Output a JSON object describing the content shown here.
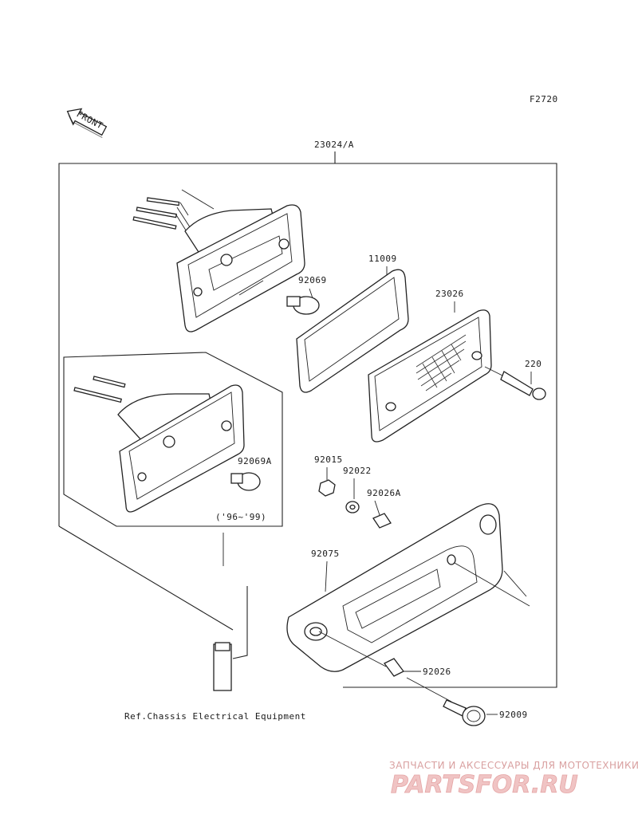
{
  "figure_code": "F2720",
  "front_label": "FRONT",
  "parts": {
    "assembly": "23024/A",
    "gasket": "11009",
    "bulb": "92069",
    "lens": "23026",
    "screw": "220",
    "alt_bulb": "92069A",
    "nut": "92015",
    "washer": "92022",
    "collar_a": "92026A",
    "bracket": "92075",
    "collar": "92026",
    "bolt": "92009"
  },
  "inset_note": "('96~'99)",
  "reference": "Ref.Chassis Electrical Equipment",
  "watermark": {
    "tagline": "ЗАПЧАСТИ И АКСЕССУАРЫ ДЛЯ МОТОТЕХНИКИ",
    "logo": "PARTSFOR.RU"
  }
}
